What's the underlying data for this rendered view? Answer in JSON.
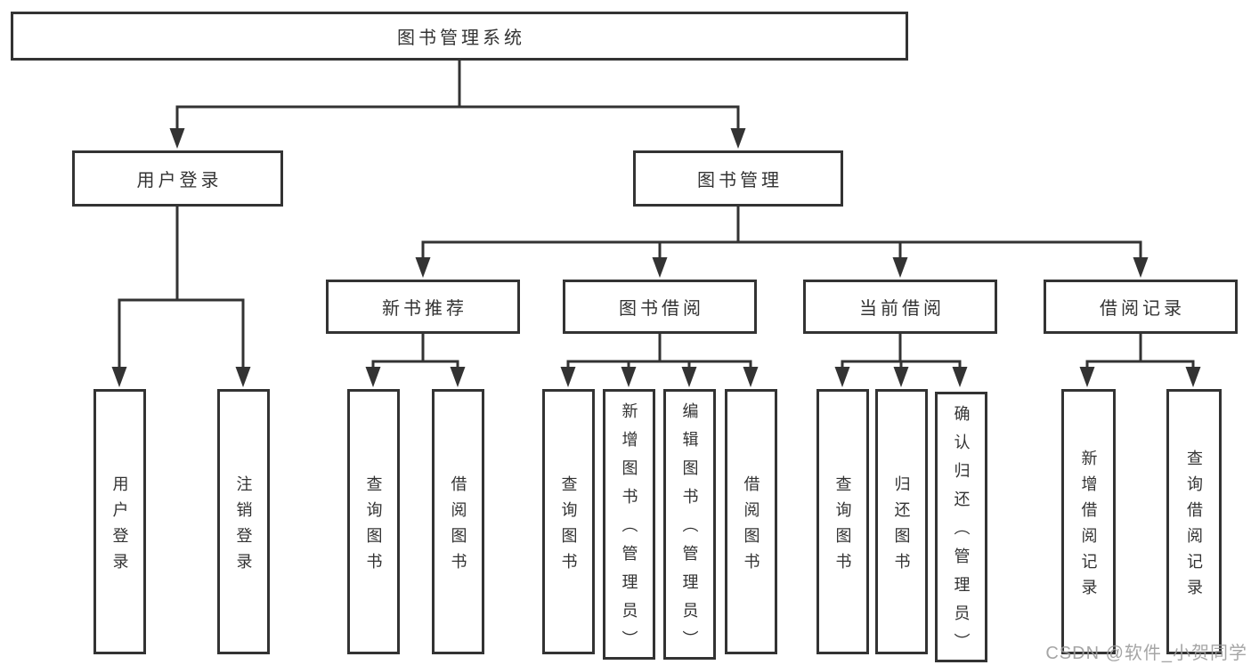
{
  "diagram": {
    "root": {
      "label": "图书管理系统"
    },
    "level2": [
      {
        "label": "用户登录"
      },
      {
        "label": "图书管理"
      }
    ],
    "level3": [
      {
        "label": "新书推荐"
      },
      {
        "label": "图书借阅"
      },
      {
        "label": "当前借阅"
      },
      {
        "label": "借阅记录"
      }
    ],
    "leaves": {
      "user_login": [
        {
          "label": "用户登录"
        },
        {
          "label": "注销登录"
        }
      ],
      "new_book_recommend": [
        {
          "label": "查询图书"
        },
        {
          "label": "借阅图书"
        }
      ],
      "book_borrow": [
        {
          "label": "查询图书"
        },
        {
          "label": "新增图书（管理员）"
        },
        {
          "label": "编辑图书（管理员）"
        },
        {
          "label": "借阅图书"
        }
      ],
      "current_borrow": [
        {
          "label": "查询图书"
        },
        {
          "label": "归还图书"
        },
        {
          "label": "确认归还（管理员）"
        }
      ],
      "borrow_record": [
        {
          "label": "新增借阅记录"
        },
        {
          "label": "查询借阅记录"
        }
      ]
    }
  },
  "watermark": {
    "text": "CSDN @软件_小贺同学"
  },
  "colors": {
    "line": "#333333",
    "text": "#333333",
    "watermark": "#9c9c9c",
    "background": "#ffffff"
  }
}
